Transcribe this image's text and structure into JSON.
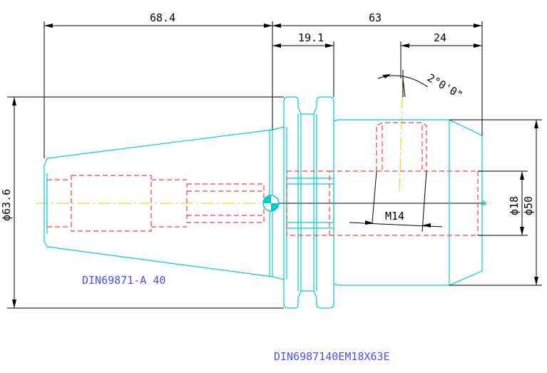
{
  "dimensions": {
    "d_68_4": "68.4",
    "d_63": "63",
    "d_19_1": "19.1",
    "d_24": "24",
    "d_angle": "2°0'0\"",
    "d_phi63_6": "ϕ63.6",
    "d_phi18": "ϕ18",
    "d_phi50": "ϕ50",
    "d_m14": "M14"
  },
  "labels": {
    "taper_standard": "DIN69871-A 40",
    "part_number": "DIN6987140EM18X63E"
  },
  "colors": {
    "outline": "#00cccc",
    "hidden": "#ff3b3b",
    "centerline": "#d8d800",
    "dimension": "#000000",
    "label": "#4d4dff"
  }
}
